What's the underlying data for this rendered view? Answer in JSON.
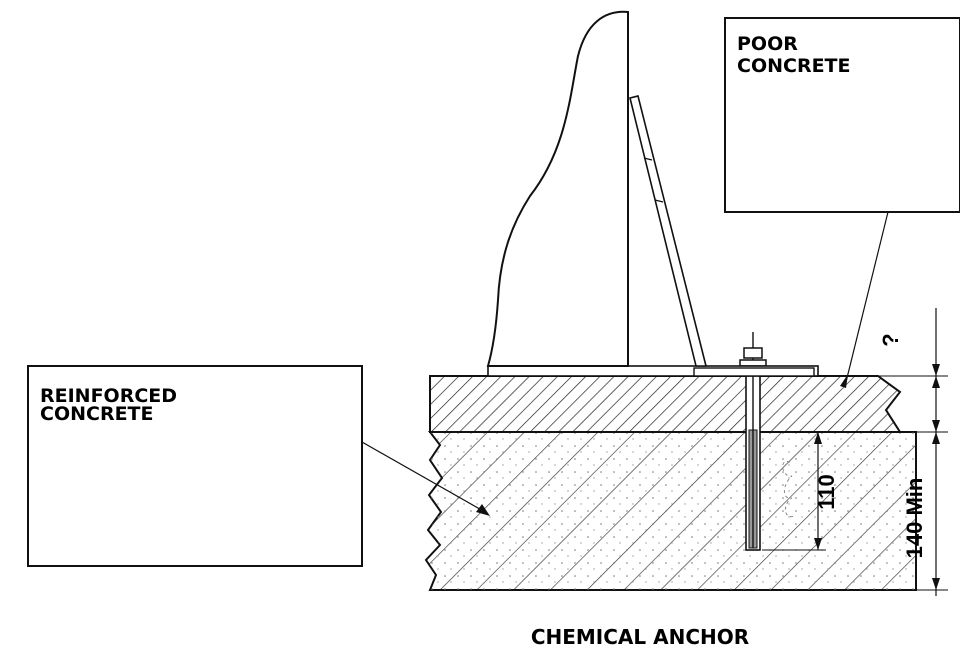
{
  "labels": {
    "poor_line1": "POOR",
    "poor_line2": "CONCRETE",
    "reinf_line1": "REINFORCED",
    "reinf_line2": "CONCRETE",
    "question": "?",
    "anchor_depth": "110",
    "min_thickness": "140 Min"
  },
  "caption": "CHEMICAL ANCHOR",
  "colors": {
    "ink": "#111111",
    "background": "#ffffff"
  }
}
